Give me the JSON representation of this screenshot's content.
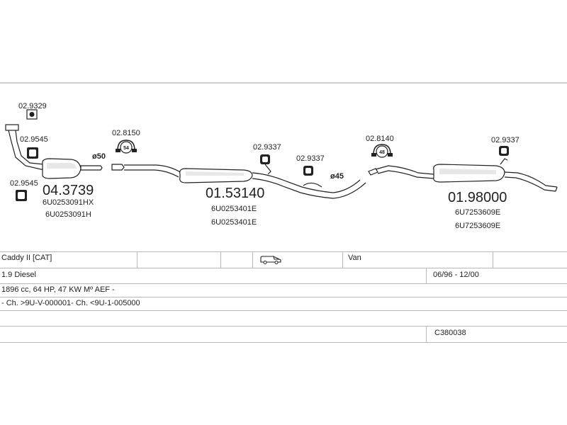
{
  "parts": {
    "gasket_top": "02.9329",
    "clamp_a": "02.9545",
    "clamp_b": "02.9545",
    "clamp_c": "02.8150",
    "hanger_a": "02.9337",
    "hanger_b": "02.9337",
    "clamp_d": "02.8140",
    "hanger_c": "02.9337"
  },
  "clamp_sizes": {
    "c": "54",
    "d": "48"
  },
  "diameters": {
    "d1": "ø50",
    "d2": "ø45"
  },
  "catalyst": {
    "code": "04.3739",
    "oem_1": "6U0253091HX",
    "oem_2": "6U0253091H"
  },
  "middle": {
    "code": "01.53140",
    "oem_1": "6U0253401E",
    "oem_2": "6U0253401E"
  },
  "rear": {
    "code": "01.98000",
    "oem_1": "6U7253609E",
    "oem_2": "6U7253609E"
  },
  "table": {
    "model": "Caddy II  [CAT]",
    "body": "Van",
    "engine": "1.9 Diesel",
    "period": "06/96 - 12/00",
    "spec": "1896 cc, 64 HP, 47 KW Mº AEF -",
    "chassis": "- Ch. >9U-V-000001- Ch. <9U-1-005000",
    "ref": "C380038",
    "van_icon": "van-icon"
  }
}
